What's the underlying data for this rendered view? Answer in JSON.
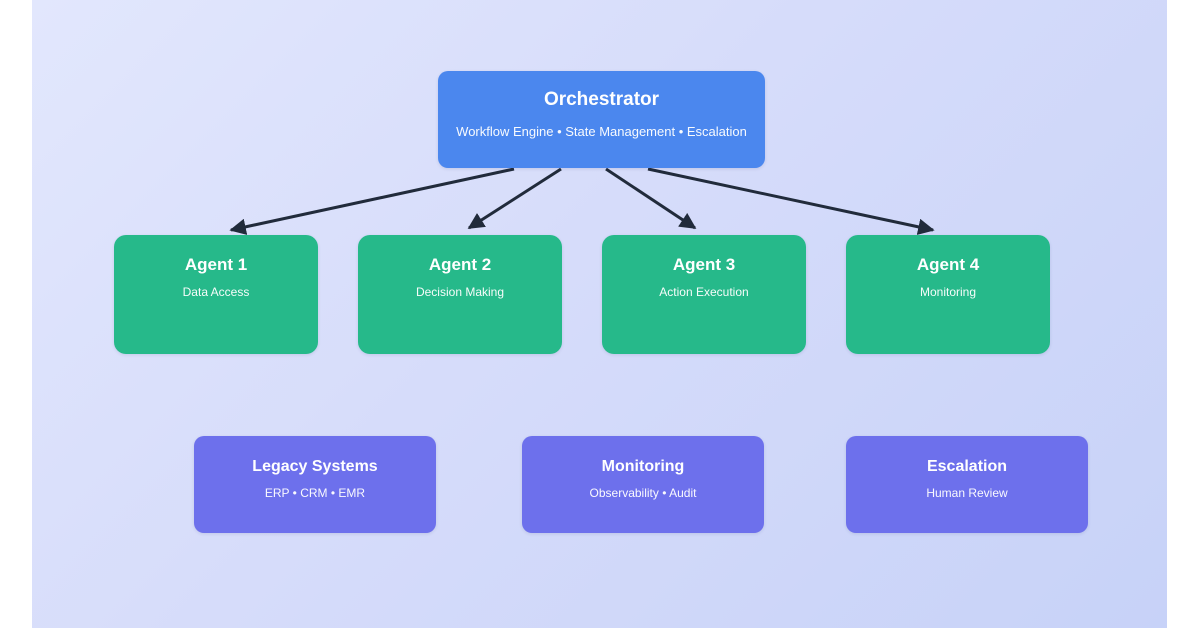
{
  "diagram": {
    "background_gradient": [
      "#e2e7fd",
      "#c7d2f8"
    ],
    "margin_color": "#ffffff"
  },
  "colors": {
    "orchestrator_box": "#4b87ee",
    "agent_box": "#26b98a",
    "system_box": "#6d70ec",
    "arrow": "#212b3b",
    "text": "#ffffff"
  },
  "orchestrator": {
    "title": "Orchestrator",
    "subtitle": "Workflow Engine • State Management • Escalation"
  },
  "agents": [
    {
      "title": "Agent 1",
      "subtitle": "Data Access"
    },
    {
      "title": "Agent 2",
      "subtitle": "Decision Making"
    },
    {
      "title": "Agent 3",
      "subtitle": "Action Execution"
    },
    {
      "title": "Agent 4",
      "subtitle": "Monitoring"
    }
  ],
  "systems": [
    {
      "title": "Legacy Systems",
      "subtitle": "ERP • CRM • EMR"
    },
    {
      "title": "Monitoring",
      "subtitle": "Observability • Audit"
    },
    {
      "title": "Escalation",
      "subtitle": "Human Review"
    }
  ],
  "connections": [
    {
      "from": "Orchestrator",
      "to": "Agent 1"
    },
    {
      "from": "Orchestrator",
      "to": "Agent 2"
    },
    {
      "from": "Orchestrator",
      "to": "Agent 3"
    },
    {
      "from": "Orchestrator",
      "to": "Agent 4"
    }
  ]
}
